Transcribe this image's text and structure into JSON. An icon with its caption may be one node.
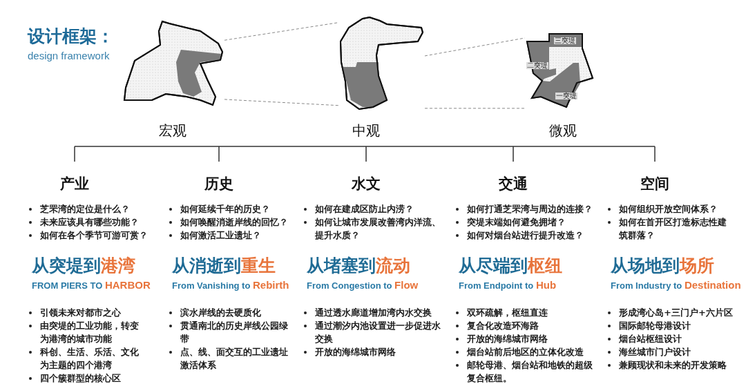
{
  "diagram": {
    "title": "设计框架：",
    "nodes": [
      {
        "text": [],
        "shape": "picture",
        "beside": [
          "宏观"
        ]
      },
      {
        "text": [],
        "shape": "picture",
        "beside": [
          "中观"
        ]
      },
      {
        "text": [
          "三突堤",
          "二突堤",
          "一突堤"
        ],
        "beside": [
          "微观"
        ]
      }
    ],
    "edges": [
      {
        "from": 0,
        "to": 1,
        "arrow": "none",
        "style": "dashed"
      },
      {
        "from": 0,
        "to": 1,
        "arrow": "none",
        "style": "dashed"
      },
      {
        "from": 1,
        "to": 2,
        "arrow": "none",
        "style": "dashed"
      },
      {
        "from": 1,
        "to": 2,
        "arrow": "none",
        "style": "dashed"
      }
    ],
    "labels": [
      "design framework",
      "产业",
      "芝罘湾的定位是什么？",
      "未来应该具有哪些功能？",
      "如何在各个季节可游可赏？",
      "从突堤到**港湾**",
      "FROM PIERS TO **HARBOR**",
      "引领未来对都市之心",
      "由突堤的工业功能，转变为港湾的城市功能",
      "科创、生活、乐活、文化为主题的四个港湾",
      "四个簇群型的核心区",
      "历史",
      "如何延续千年的历史？",
      "如何唤醒消逝岸线的回忆？",
      "如何激活工业遗址？",
      "从消逝到**重生**",
      "From Vanishing to **Rebirth**",
      "滨水岸线的去硬质化",
      "贯通南北的历史岸线公园绿带",
      "点、线、面交互的工业遗址激活体系",
      "水文",
      "如何在建成区防止内涝？",
      "如何让城市发展改善湾内洋流、提升水质？",
      "从堵塞到**流动**",
      "From Congestion to **Flow**",
      "通过透水廊道增加湾内水交换",
      "通过潮汐内池设置进一步促进水交换",
      "开放的海绵城市网络",
      "交通",
      "如何打通芝罘湾与周边的连接？",
      "突堤末端如何避免拥堵？",
      "如何对烟台站进行提升改造？",
      "从尽端到**枢纽**",
      "From Endpoint to **Hub**",
      "双环疏解，枢纽直连",
      "复合化改造环海路",
      "开放的海绵城市网络",
      "烟台站前后地区的立体化改造",
      "邮轮母港、烟台站和地铁的超级复合枢纽。",
      "空间",
      "如何组织开放空间体系？",
      "如何在首开区打造标志性建筑群落？",
      "从场地到**场所**",
      "From Industry to **Destination**",
      "形成湾心岛+三门户+六片区",
      "国际邮轮母港设计",
      "烟台站枢纽设计",
      "海丝城市门户设计",
      "兼顾现状和未来的开发策略"
    ]
  }
}
